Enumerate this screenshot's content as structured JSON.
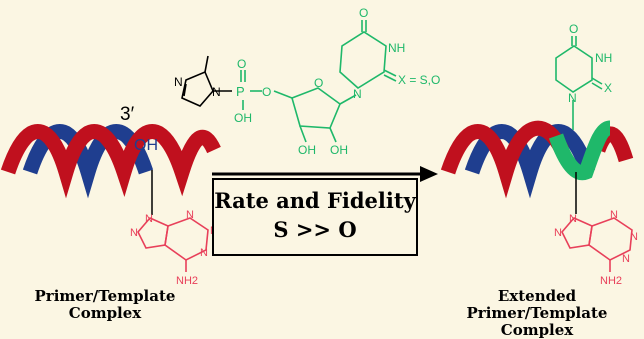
{
  "labels": {
    "three_prime": "3′",
    "oh_hydroxyl": "OH",
    "rate_fidelity": "Rate and Fidelity",
    "s_gg_o": "S >> O",
    "left_caption_line1": "Primer/Template",
    "left_caption_line2": "Complex",
    "right_caption_line1": "Extended",
    "right_caption_line2": "Primer/Template Complex"
  },
  "monomer": {
    "n_ring": "N",
    "n_link": "N",
    "p": "P",
    "o_double": "O",
    "o_ester": "O",
    "oh_phosphate": "OH",
    "o_sugar": "O",
    "oh_left": "OH",
    "oh_right": "OH",
    "o_top": "O",
    "nh": "NH",
    "n_glyco": "N",
    "x_eq": "X = S,O"
  },
  "product_base": {
    "o_top": "O",
    "nh": "NH",
    "n_glyco": "N",
    "x": "X"
  },
  "adenine_left": {
    "n1": "N",
    "n2": "N",
    "n3": "N",
    "n4": "N",
    "n5": "N",
    "nh2": "NH2"
  },
  "adenine_right": {
    "n1": "N",
    "n2": "N",
    "n3": "N",
    "n4": "N",
    "n5": "N",
    "nh2": "NH2"
  },
  "colors": {
    "strand_red": "#c0101e",
    "strand_blue": "#1f3e8f",
    "monomer_green": "#1fb86a",
    "adenine_pink": "#e8405a",
    "background": "#fbf6e3"
  }
}
